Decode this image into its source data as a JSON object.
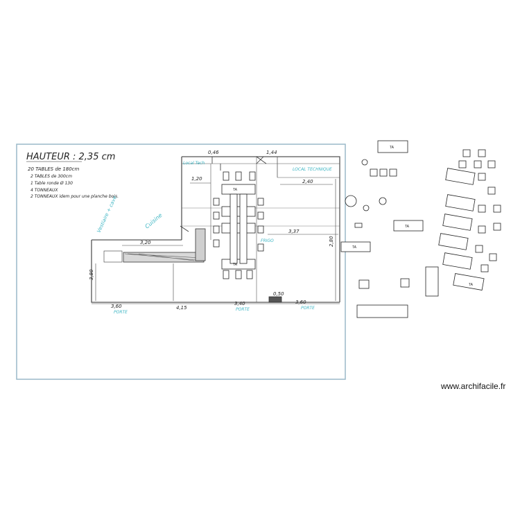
{
  "notes": {
    "title": "HAUTEUR : 2,35 cm",
    "lines": [
      "20 TABLES de 180cm",
      "2 TABLES de 300cm",
      "1 Table ronde Ø 130",
      "4 TONNEAUX",
      "2 TONNEAUX idem pour une planche bois."
    ]
  },
  "labels": {
    "local_tech_left": "Local Tech",
    "local_technique_right": "LOCAL TECHNIQUE",
    "cuisine": "Cuisine",
    "vestiaire": "Vestiaire + cave",
    "frigo": "FRIGO",
    "porte": "PORTE"
  },
  "dimensions": {
    "top_left": "0,46",
    "top_right": "1,44",
    "d_120": "1,20",
    "d_240": "2,40",
    "d_337": "3,37",
    "d_320": "3,20",
    "d_360a": "3,60",
    "d_415": "4,15",
    "d_340": "3,40",
    "d_360b": "3,60",
    "d_380": "3,80",
    "d_050": "0,50",
    "d_280": "2,80"
  },
  "table_label": "TA",
  "watermark": "www.archifacile.fr"
}
